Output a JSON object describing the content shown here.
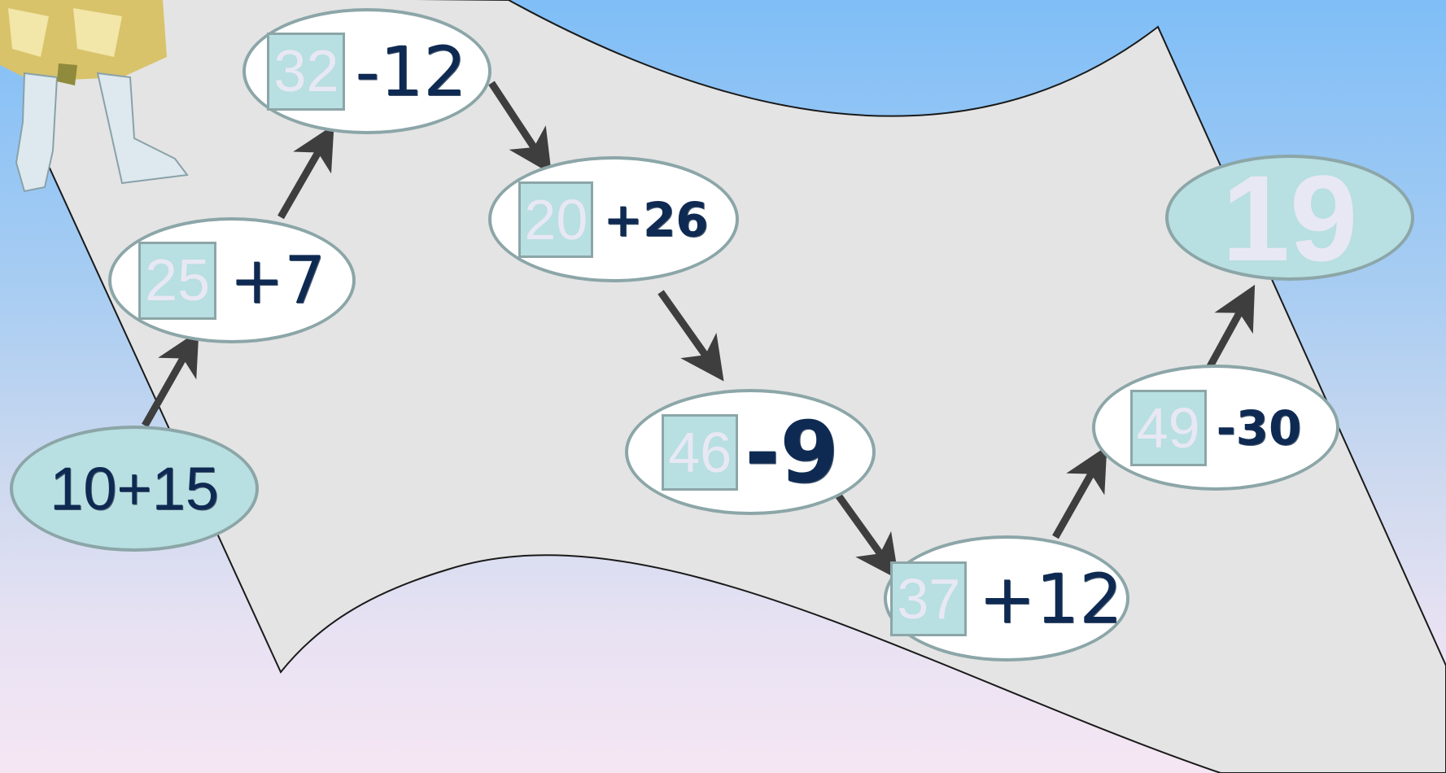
{
  "start": {
    "expression": "10+15"
  },
  "steps": [
    {
      "answer": "25",
      "operation": "+7"
    },
    {
      "answer": "32",
      "operation": "-12"
    },
    {
      "answer": "20",
      "operation": "+26"
    },
    {
      "answer": "46",
      "operation": "-9"
    },
    {
      "answer": "37",
      "operation": "+12"
    },
    {
      "answer": "49",
      "operation": "-30"
    }
  ],
  "final": {
    "answer": "19"
  },
  "colors": {
    "sky_top": "#7fbef7",
    "sky_bottom": "#f6e6f3",
    "map": "#e4e4e4",
    "node_fill": "#ffffff",
    "node_teal": "#b8dfe1",
    "node_border": "#8ca6a8",
    "text_dark": "#0e2a52",
    "text_light": "#e8e8f4",
    "arrow": "#3e3e3e"
  }
}
